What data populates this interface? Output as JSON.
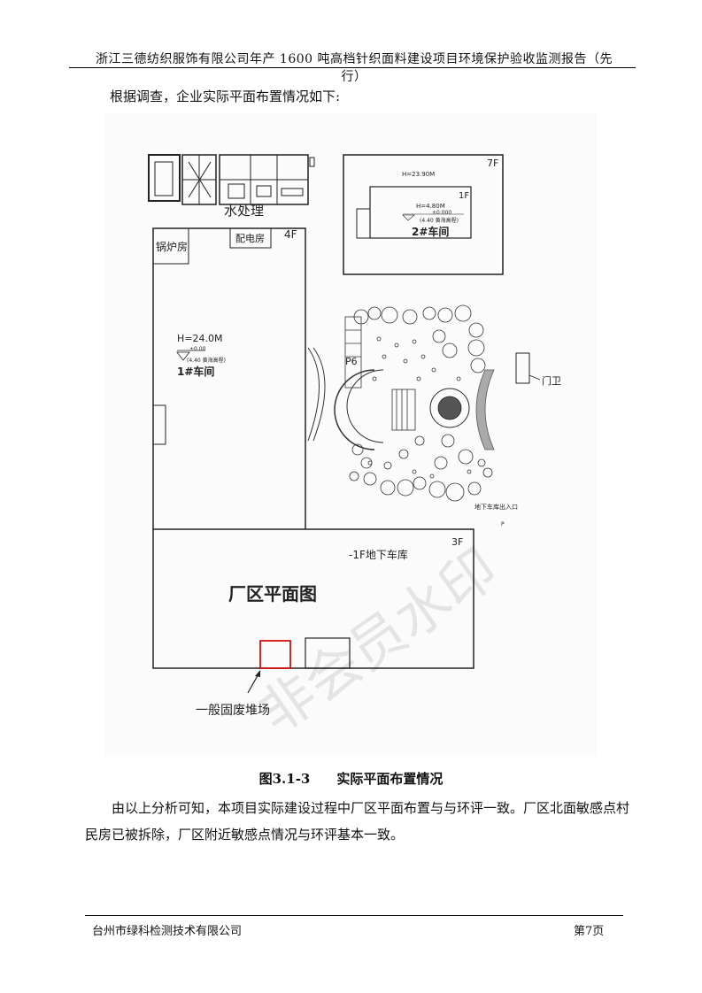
{
  "header": {
    "title": "浙江三德纺织服饰有限公司年产 1600 吨高档针织面料建设项目环境保护验收监测报告（先行）"
  },
  "intro": "根据调查，企业实际平面布置情况如下:",
  "figure": {
    "labels": {
      "water": "水处理",
      "boiler": "锅炉房",
      "power": "配电房",
      "f4": "4F",
      "h24": "H=24.0M",
      "pm1": "±0.00",
      "elev1": "(4.40 黄海高程)",
      "workshop1": "1#车间",
      "f7": "7F",
      "h2393": "H=23.90M",
      "f1": "1F",
      "h480": "H=4.80M",
      "pm2": "±0.000",
      "elev2": "(4.40 黄海高程)",
      "workshop2": "2#车间",
      "p6": "P6",
      "guard": "门卫",
      "garage_entry": "地下车库出入口",
      "p": "P",
      "f3": "3F",
      "garage": "-1F地下车库",
      "plan_title": "厂区平面图",
      "solid_waste": "一般固废堆场",
      "watermark": "非会员水印"
    },
    "colors": {
      "highlight": "#d21010",
      "line": "#222222"
    }
  },
  "caption": "图3.1-3　　实际平面布置情况",
  "paragraph": "由以上分析可知，本项目实际建设过程中厂区平面布置与与环评一致。厂区北面敏感点村民房已被拆除，厂区附近敏感点情况与环评基本一致。",
  "footer": {
    "company": "台州市绿科检测技术有限公司",
    "page": "第7页"
  }
}
